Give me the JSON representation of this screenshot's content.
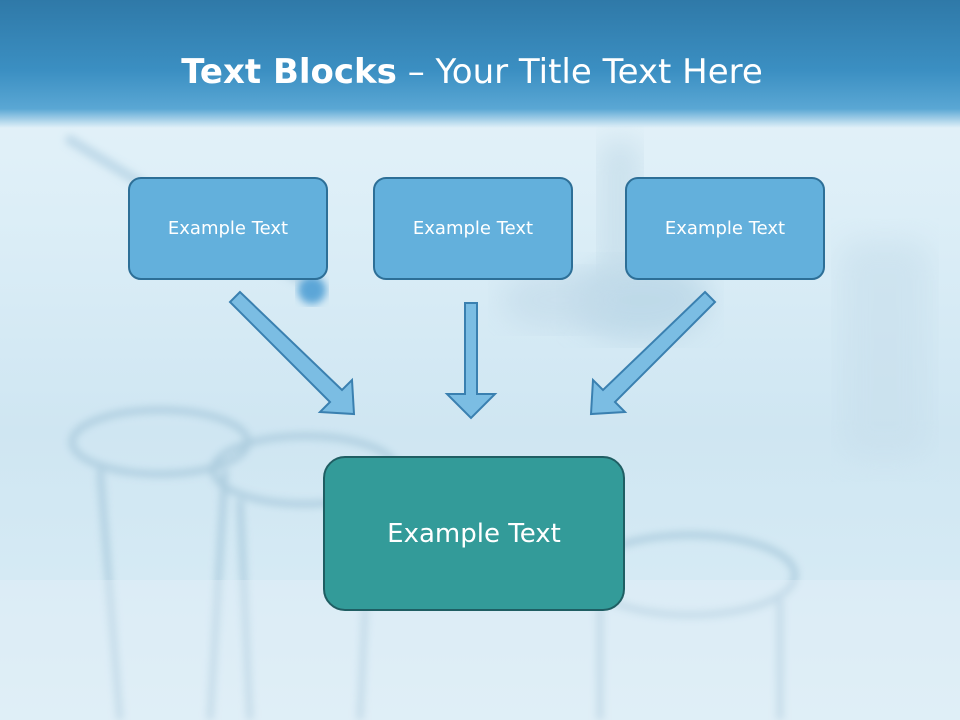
{
  "slide": {
    "title_bold": "Text Blocks",
    "title_sep": " – ",
    "title_rest": "Your Title Text Here"
  },
  "blocks": [
    {
      "label": "Example Text"
    },
    {
      "label": "Example Text"
    },
    {
      "label": "Example Text"
    }
  ],
  "target": {
    "label": "Example Text"
  },
  "colors": {
    "title_band": "#3b8fc2",
    "small_box_fill": "#63b0dc",
    "small_box_border": "#2d6f97",
    "target_fill": "#339b99",
    "target_border": "#1f5e63",
    "arrow_fill": "#7bbde3",
    "arrow_stroke": "#3a80b0"
  }
}
